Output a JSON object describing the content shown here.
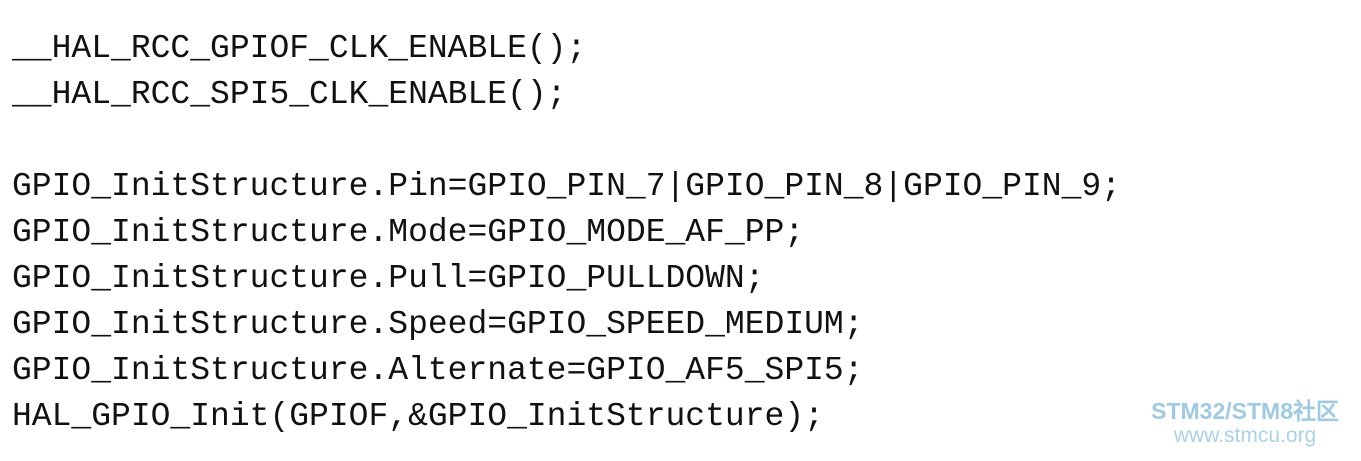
{
  "code": {
    "lines": [
      "__HAL_RCC_GPIOF_CLK_ENABLE();",
      "__HAL_RCC_SPI5_CLK_ENABLE();",
      "",
      "GPIO_InitStructure.Pin=GPIO_PIN_7|GPIO_PIN_8|GPIO_PIN_9;",
      "GPIO_InitStructure.Mode=GPIO_MODE_AF_PP;",
      "GPIO_InitStructure.Pull=GPIO_PULLDOWN;",
      "GPIO_InitStructure.Speed=GPIO_SPEED_MEDIUM;",
      "GPIO_InitStructure.Alternate=GPIO_AF5_SPI5;",
      "HAL_GPIO_Init(GPIOF,&GPIO_InitStructure);"
    ]
  },
  "watermark": {
    "brand": "STM32/STM8社区",
    "url": "www.stmcu.org"
  },
  "colors": {
    "text": "#111111",
    "background": "#ffffff",
    "watermark": "#9ecbe3"
  }
}
